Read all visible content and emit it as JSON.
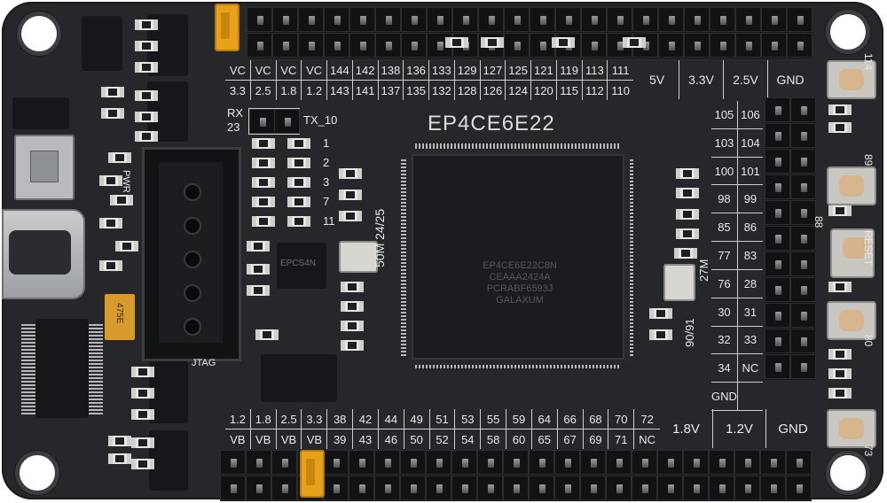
{
  "chip_label": "EP4CE6E22",
  "fpga_markings": [
    "EP4CE6E22C8N",
    "CEAAA2424A",
    "PCRABF6593J",
    "GALAXUM"
  ],
  "top_header_labels_row1": [
    "VC",
    "VC",
    "VC",
    "VC",
    "144",
    "142",
    "138",
    "136",
    "133",
    "129",
    "127",
    "125",
    "121",
    "119",
    "113",
    "111"
  ],
  "top_header_labels_row2": [
    "3.3",
    "2.5",
    "1.8",
    "1.2",
    "143",
    "141",
    "137",
    "135",
    "132",
    "128",
    "126",
    "124",
    "120",
    "115",
    "112",
    "110"
  ],
  "top_power_labels": [
    "5V",
    "3.3V",
    "2.5V",
    "GND"
  ],
  "right_header_pairs": [
    [
      "105",
      "106"
    ],
    [
      "103",
      "104"
    ],
    [
      "100",
      "101"
    ],
    [
      "98",
      "99"
    ],
    [
      "85",
      "86"
    ],
    [
      "77",
      "83"
    ],
    [
      "76",
      "28"
    ],
    [
      "30",
      "31"
    ],
    [
      "32",
      "33"
    ],
    [
      "34",
      "NC"
    ],
    [
      "GND",
      ""
    ]
  ],
  "bottom_header_labels_row1": [
    "1.2",
    "1.8",
    "2.5",
    "3.3",
    "38",
    "42",
    "44",
    "49",
    "51",
    "53",
    "55",
    "59",
    "64",
    "66",
    "68",
    "70",
    "72"
  ],
  "bottom_header_labels_row2": [
    "VB",
    "VB",
    "VB",
    "VB",
    "39",
    "43",
    "46",
    "50",
    "52",
    "54",
    "58",
    "60",
    "65",
    "67",
    "69",
    "71",
    "NC"
  ],
  "bottom_power_labels": [
    "1.8V",
    "1.2V",
    "GND"
  ],
  "silkscreen": {
    "rx": "RX",
    "rx_pin": "23",
    "tx": "TX_10",
    "led_numbers": [
      "1",
      "2",
      "3",
      "7",
      "11"
    ],
    "osc_50m": "50M 24/25",
    "osc_27m": "27M",
    "osc_27m_pins": "90/91",
    "pwr": "PWR",
    "jtag": "JTAG",
    "flash": "EPCS4N",
    "button_numbers": [
      "114",
      "89",
      "88",
      "RESET",
      "80",
      "73"
    ],
    "cap_marking": "475E"
  },
  "colors": {
    "pcb": "#25272b",
    "silkscreen": "#e9e9e9",
    "jumper": "#e7a21c",
    "button_cap": "#d6b48c"
  }
}
